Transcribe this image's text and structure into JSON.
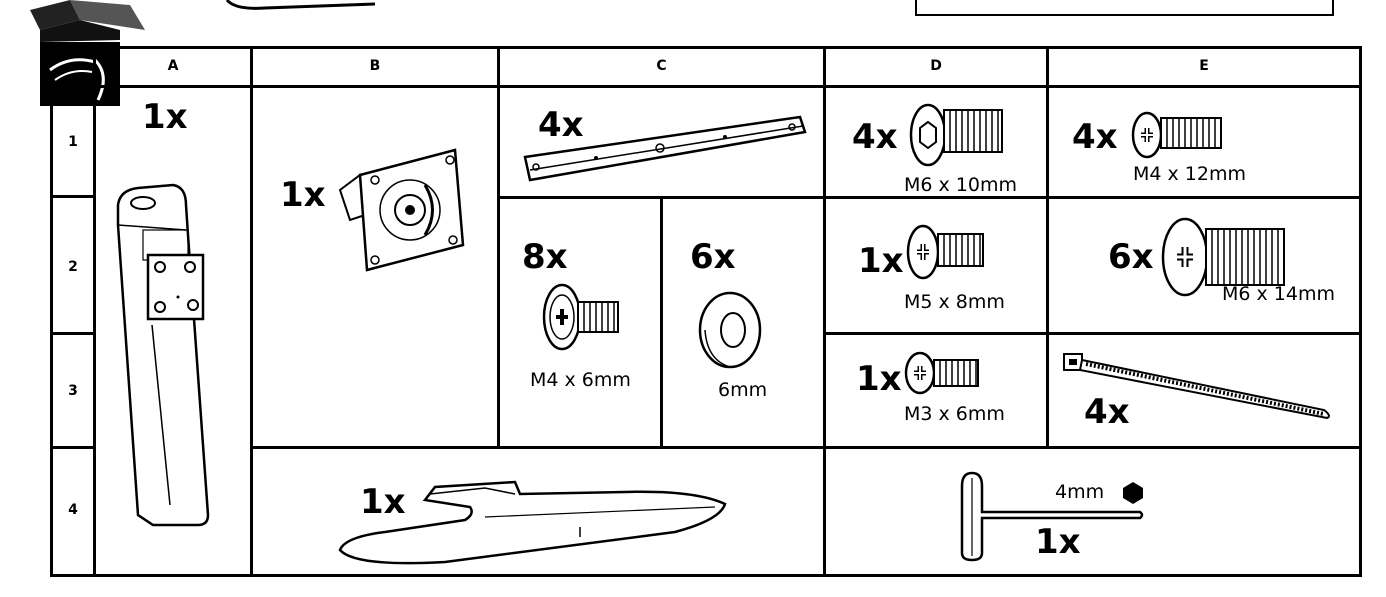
{
  "columns": [
    "A",
    "B",
    "C",
    "D",
    "E"
  ],
  "rows": [
    "1",
    "2",
    "3",
    "4"
  ],
  "parts": {
    "a": {
      "qty": "1x",
      "name": "column-post"
    },
    "b": {
      "qty": "1x",
      "name": "vesa-mount-plate"
    },
    "c1": {
      "qty": "4x",
      "name": "bracket-strip"
    },
    "c2a": {
      "qty": "8x",
      "size": "M4 x 6mm"
    },
    "c2b": {
      "qty": "6x",
      "size": "6mm"
    },
    "d1": {
      "qty": "4x",
      "size": "M6 x 10mm"
    },
    "d2": {
      "qty": "1x",
      "size": "M5 x 8mm"
    },
    "d3": {
      "qty": "1x",
      "size": "M3 x 6mm"
    },
    "e1": {
      "qty": "4x",
      "size": "M4 x 12mm"
    },
    "e2": {
      "qty": "6x",
      "size": "M6 x 14mm"
    },
    "e3": {
      "qty": "4x",
      "name": "cable-tie"
    },
    "base": {
      "qty": "1x",
      "name": "stand-base"
    },
    "key": {
      "qty": "1x",
      "size": "4mm",
      "name": "hex-key"
    }
  }
}
